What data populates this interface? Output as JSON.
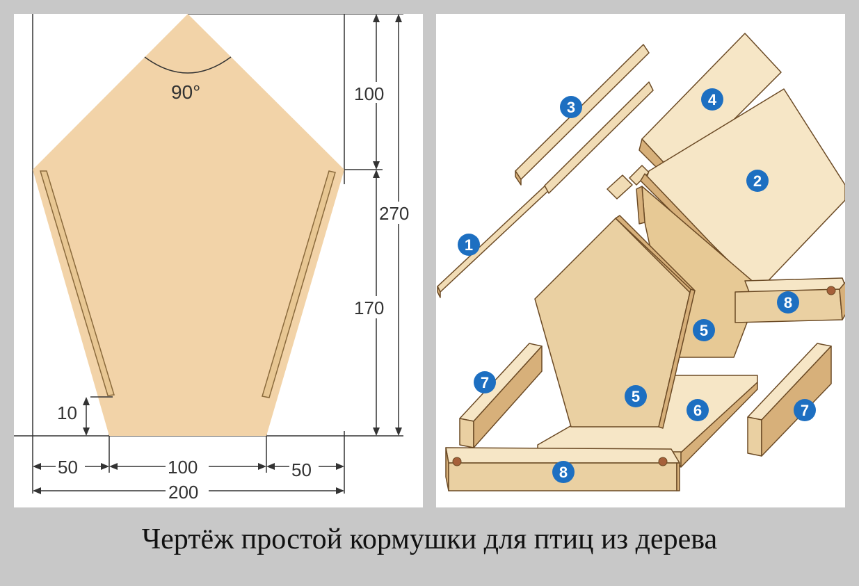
{
  "colors": {
    "background": "#c8c8c8",
    "panel": "#ffffff",
    "wood_face": "#f2d3a8",
    "wood_front": "#ead0a2",
    "wood_top": "#f6e6c6",
    "wood_side": "#d7b07a",
    "wood_edge": "#c79d62",
    "outline": "#6b4a25",
    "dim_line": "#333333",
    "badge": "#1d6fc1"
  },
  "drawing": {
    "angle_label": "90°",
    "dimensions": {
      "roof_height": "100",
      "total_height": "270",
      "wall_height": "170",
      "groove_offset": "10",
      "left_margin": "50",
      "base_width": "100",
      "right_margin": "50",
      "total_width": "200"
    }
  },
  "assembly": {
    "parts": [
      {
        "label": "1"
      },
      {
        "label": "2"
      },
      {
        "label": "3"
      },
      {
        "label": "4"
      },
      {
        "label": "5"
      },
      {
        "label": "5"
      },
      {
        "label": "6"
      },
      {
        "label": "7"
      },
      {
        "label": "7"
      },
      {
        "label": "8"
      },
      {
        "label": "8"
      }
    ]
  },
  "caption": "Чертёж простой кормушки для птиц из дерева"
}
